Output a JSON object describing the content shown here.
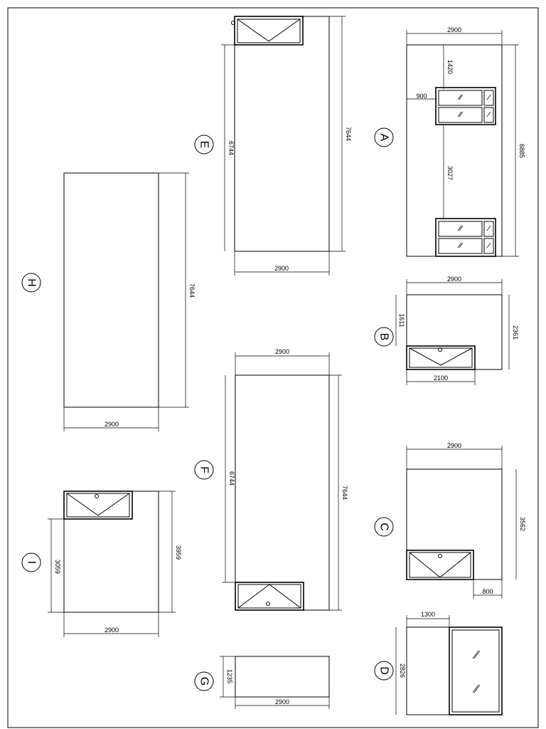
{
  "sheet": {
    "panels": {
      "a": {
        "tag": "A",
        "dims": {
          "width": "2900",
          "top_gap": "1420",
          "window_width": "900",
          "height": "6885",
          "window_gap": "3027"
        }
      },
      "b": {
        "tag": "B",
        "dims": {
          "width": "2900",
          "top_offset": "1611",
          "height": "2361",
          "sink_width": "2100"
        }
      },
      "c": {
        "tag": "C",
        "dims": {
          "width": "2900",
          "height": "3562",
          "offset": "800"
        }
      },
      "d": {
        "tag": "D",
        "dims": {
          "left_width": "1300",
          "height": "2826"
        }
      },
      "e": {
        "tag": "E",
        "dims": {
          "inner_height": "6744",
          "height": "7644",
          "width": "2900"
        }
      },
      "f": {
        "tag": "F",
        "dims": {
          "width": "2900",
          "inner_height": "6744",
          "height": "7644"
        }
      },
      "g": {
        "tag": "G",
        "dims": {
          "height": "1235",
          "width": "2900"
        }
      },
      "h": {
        "tag": "H",
        "dims": {
          "height": "7644",
          "width": "2900"
        }
      },
      "i": {
        "tag": "I",
        "dims": {
          "inner_height": "3059",
          "height": "3959",
          "width": "2900"
        }
      }
    }
  }
}
